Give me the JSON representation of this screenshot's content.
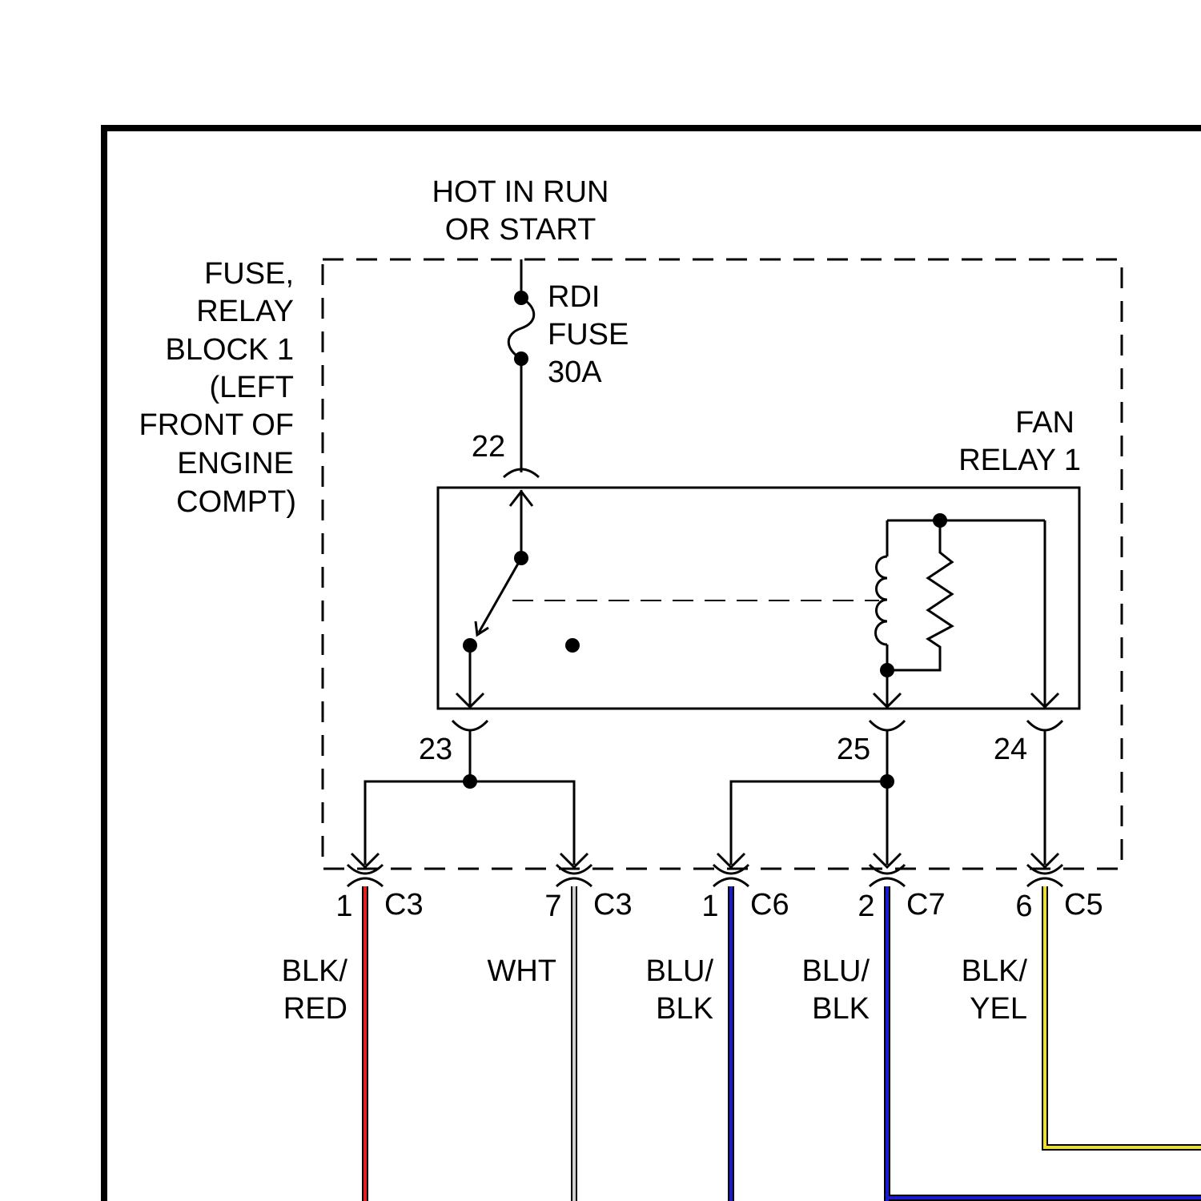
{
  "power_source": {
    "line1": "HOT IN RUN",
    "line2": "OR START"
  },
  "fuse_block": {
    "label_lines": [
      "FUSE,",
      "RELAY",
      "BLOCK 1",
      "(LEFT",
      "FRONT OF",
      "ENGINE",
      "COMPT)"
    ]
  },
  "fuse": {
    "line1": "RDI",
    "line2": "FUSE",
    "line3": "30A"
  },
  "relay": {
    "line1": "FAN",
    "line2": "RELAY 1"
  },
  "relay_terminals": {
    "t22": "22",
    "t23": "23",
    "t25": "25",
    "t24": "24"
  },
  "connectors": [
    {
      "pin": "1",
      "connector": "C3",
      "wire_line1": "BLK/",
      "wire_line2": "RED",
      "stripe_color": "#e02020"
    },
    {
      "pin": "7",
      "connector": "C3",
      "wire_line1": "WHT",
      "wire_line2": "",
      "stripe_color": "#d0d0d0"
    },
    {
      "pin": "1",
      "connector": "C6",
      "wire_line1": "BLU/",
      "wire_line2": "BLK",
      "stripe_color": "#1a1ad0"
    },
    {
      "pin": "2",
      "connector": "C7",
      "wire_line1": "BLU/",
      "wire_line2": "BLK",
      "stripe_color": "#1a1ad0"
    },
    {
      "pin": "6",
      "connector": "C5",
      "wire_line1": "BLK/",
      "wire_line2": "YEL",
      "stripe_color": "#f0e020"
    }
  ]
}
